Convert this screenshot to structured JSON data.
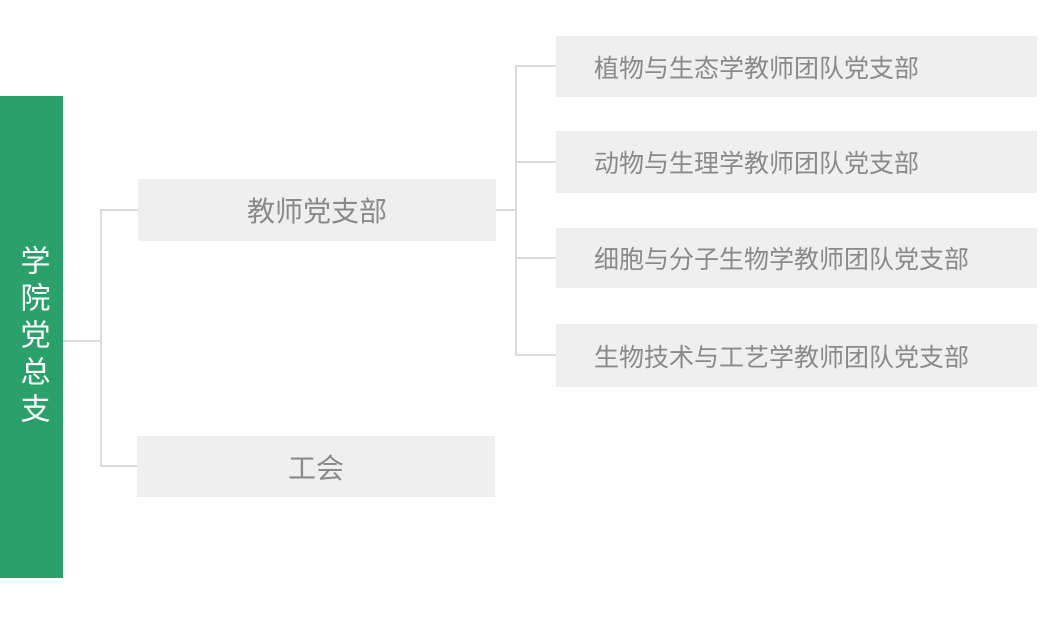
{
  "chart": {
    "type": "org-chart",
    "root": {
      "label": "学院党总支"
    },
    "branches": [
      {
        "label": "教师党支部",
        "children": [
          "植物与生态学教师团队党支部",
          "动物与生理学教师团队党支部",
          "细胞与分子生物学教师团队党支部",
          "生物技术与工艺学教师团队党支部"
        ]
      },
      {
        "label": "工会",
        "children": []
      }
    ],
    "colors": {
      "root_bg": "#2aa06a",
      "root_text": "#ffffff",
      "node_bg": "#efefef",
      "node_text": "#8a8a8a",
      "connector": "#dcdcdc",
      "background": "#ffffff"
    }
  }
}
